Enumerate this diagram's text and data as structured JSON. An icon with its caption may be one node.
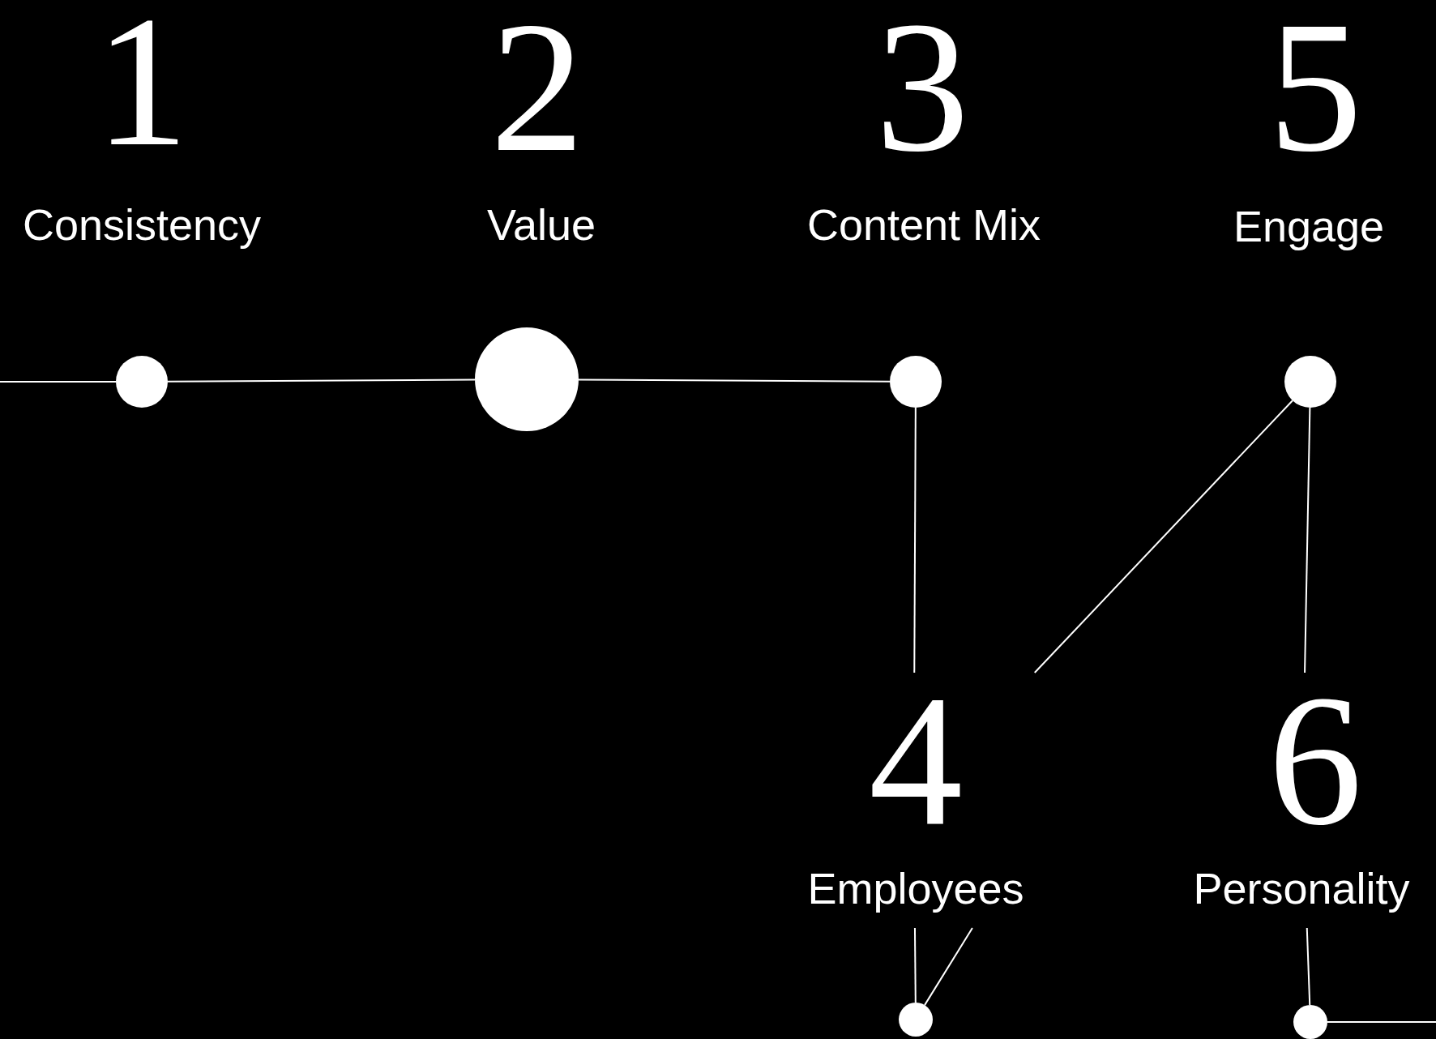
{
  "diagram": {
    "nodes": [
      {
        "text": [],
        "shape": "circle",
        "beside": [
          "1",
          "Consistency"
        ]
      },
      {
        "text": [],
        "shape": "circle",
        "beside": [
          "2",
          "Value"
        ]
      },
      {
        "text": [],
        "shape": "circle",
        "beside": [
          "3",
          "Content Mix"
        ]
      },
      {
        "text": [],
        "shape": "circle",
        "beside": [
          "5",
          "Engage"
        ]
      },
      {
        "text": [
          "4",
          "Employees"
        ]
      },
      {
        "text": [
          "6",
          "Personality"
        ]
      },
      {
        "text": [],
        "shape": "circle"
      },
      {
        "text": [],
        "shape": "circle"
      }
    ],
    "edges": [
      {
        "from": null,
        "to": 0,
        "arrow": "none"
      },
      {
        "from": 0,
        "to": 1,
        "arrow": "none"
      },
      {
        "from": 1,
        "to": 2,
        "arrow": "none"
      },
      {
        "from": 2,
        "to": 4,
        "arrow": "none"
      },
      {
        "from": 4,
        "to": 6,
        "arrow": "none"
      },
      {
        "from": 3,
        "to": 4,
        "arrow": "none"
      },
      {
        "from": 4,
        "to": 6,
        "arrow": "none"
      },
      {
        "from": 3,
        "to": 5,
        "arrow": "none"
      },
      {
        "from": 5,
        "to": 7,
        "arrow": "none"
      },
      {
        "from": 7,
        "to": null,
        "arrow": "none"
      }
    ]
  }
}
